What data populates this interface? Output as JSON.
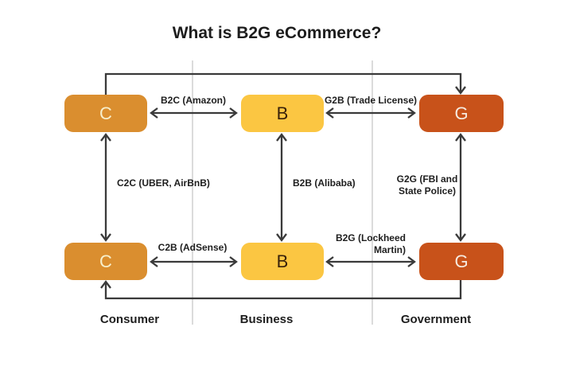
{
  "title": "What is B2G eCommerce?",
  "boxes": {
    "consumer_top": {
      "letter": "C"
    },
    "business_top": {
      "letter": "B"
    },
    "government_top": {
      "letter": "G"
    },
    "consumer_bottom": {
      "letter": "C"
    },
    "business_bottom": {
      "letter": "B"
    },
    "government_bottom": {
      "letter": "G"
    }
  },
  "relations": {
    "b2c": {
      "label": "B2C (Amazon)"
    },
    "g2b": {
      "label": "G2B (Trade License)"
    },
    "c2c": {
      "label": "C2C (UBER, AirBnB)"
    },
    "b2b": {
      "label": "B2B (Alibaba)"
    },
    "g2g": {
      "label_line1": "G2G (FBI and",
      "label_line2": "State Police)"
    },
    "c2b": {
      "label": "C2B (AdSense)"
    },
    "b2g": {
      "label_line1": "B2G (Lockheed",
      "label_line2": "Martin)"
    }
  },
  "columns": [
    {
      "label": "Consumer"
    },
    {
      "label": "Business"
    },
    {
      "label": "Government"
    }
  ],
  "colors": {
    "background": "#ffffff",
    "title_text": "#1d1d1d",
    "label_text": "#1e1e1e",
    "consumer_box": "#da8e2f",
    "consumer_letter": "#f7efcb",
    "business_box": "#fbc642",
    "business_letter": "#38210a",
    "government_box": "#c8521a",
    "government_letter": "#f6eadf",
    "connector": "#3a3a3a",
    "divider": "#dbdbdb"
  }
}
